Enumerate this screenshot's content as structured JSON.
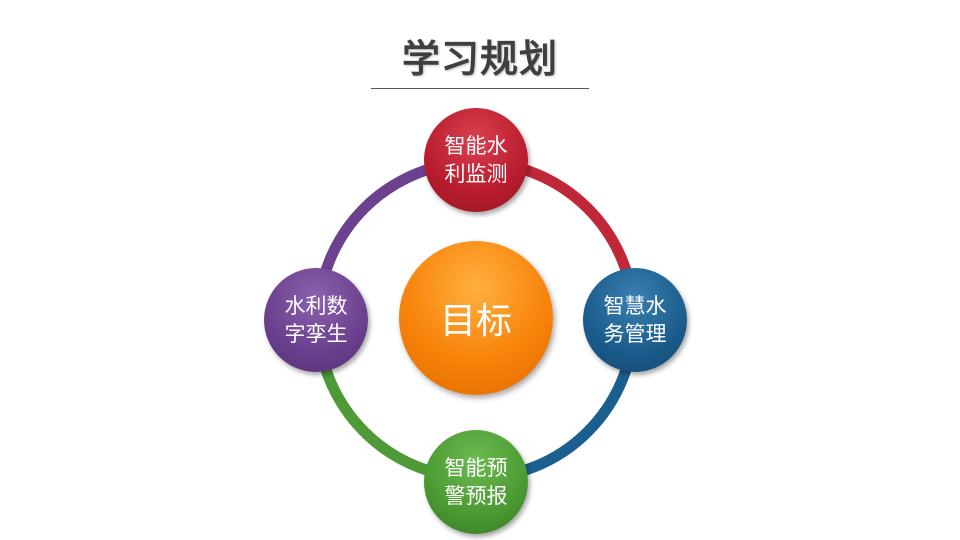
{
  "title": "学习规划",
  "center": {
    "label": "目标"
  },
  "nodes": [
    {
      "label": "智能水利监测",
      "color": "#b81c2e"
    },
    {
      "label": "智慧水务管理",
      "color": "#1a5c8c"
    },
    {
      "label": "智能预警预报",
      "color": "#4a9a32"
    },
    {
      "label": "水利数字孪生",
      "color": "#6a3f8e"
    }
  ]
}
